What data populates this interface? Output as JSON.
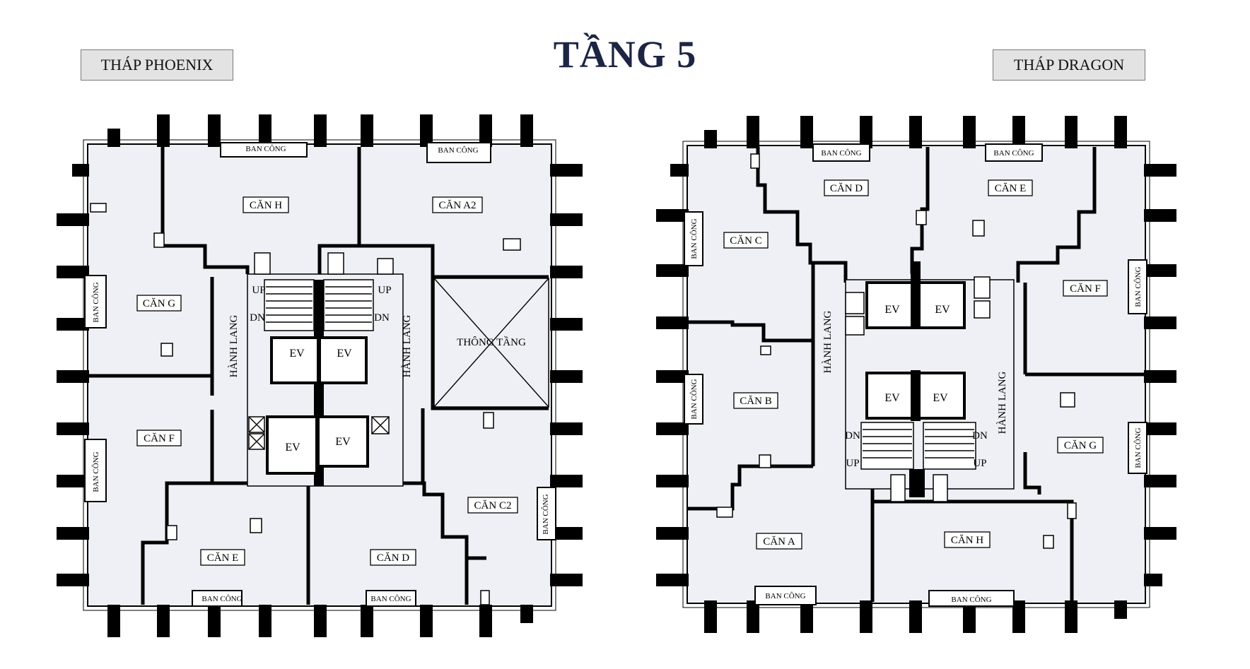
{
  "title": "TẦNG 5",
  "towers": {
    "left": {
      "label": "THÁP PHOENIX",
      "rooms": [
        "CĂN H",
        "CĂN A2",
        "CĂN G",
        "CĂN F",
        "CĂN E",
        "CĂN D",
        "CĂN C2"
      ],
      "void": "THÔNG TẦNG",
      "corridor": "HÀNH LANG",
      "balcony": "BAN CÔNG",
      "lift": "EV",
      "stair_up": "UP",
      "stair_down": "DN"
    },
    "right": {
      "label": "THÁP DRAGON",
      "rooms": [
        "CĂN D",
        "CĂN E",
        "CĂN C",
        "CĂN F",
        "CĂN B",
        "CĂN G",
        "CĂN A",
        "CĂN H"
      ],
      "corridor": "HÀNH LANG",
      "balcony": "BAN CÔNG",
      "lift": "EV",
      "stair_up": "UP",
      "stair_down": "DN"
    }
  }
}
